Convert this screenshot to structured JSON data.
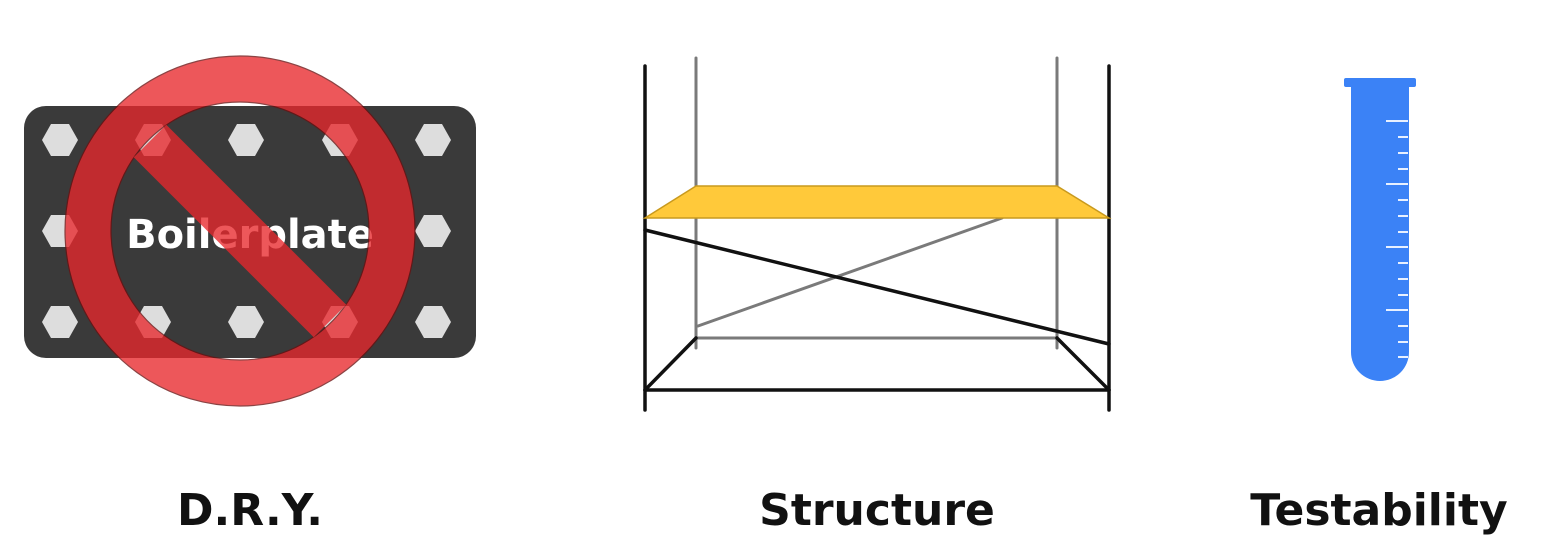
{
  "dry": {
    "caption": "D.R.Y.",
    "plate_label": "Boilerplate",
    "icon": "no-boilerplate-icon",
    "colors": {
      "plate": "#3a3a3a",
      "bolt": "#dddddd",
      "prohibit": "#e8282d"
    }
  },
  "structure": {
    "caption": "Structure",
    "icon": "scaffolding-icon",
    "colors": {
      "frame": "#111111",
      "rear_frame": "#7a7a7a",
      "plank": "#ffc93a"
    }
  },
  "testability": {
    "caption": "Testability",
    "icon": "test-tube-icon",
    "colors": {
      "tube": "#3b82f6",
      "ticks": "#e7f0ff"
    }
  }
}
